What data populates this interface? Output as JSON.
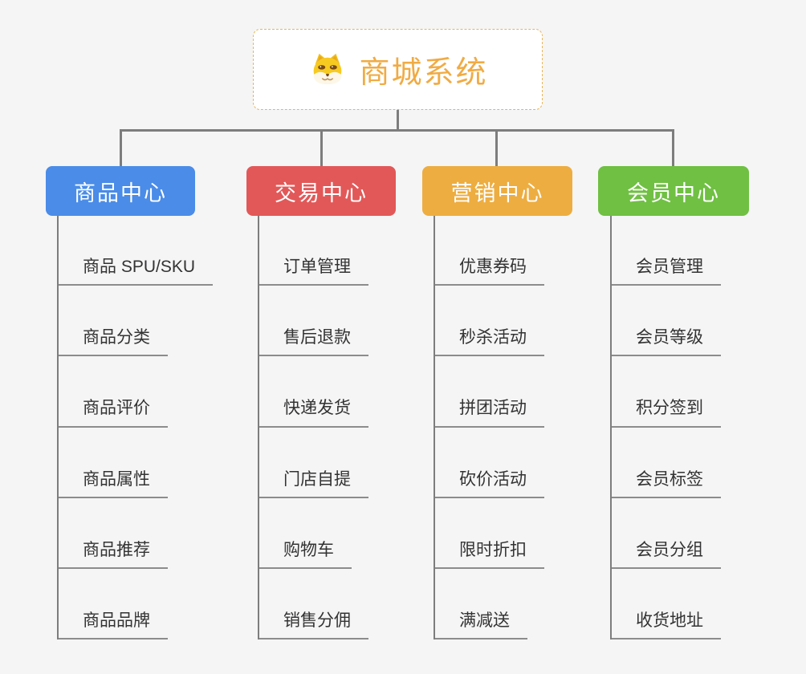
{
  "root": {
    "title": "商城系统",
    "icon": "dog-face-icon",
    "border_color": "#e9b455",
    "title_color": "#f0ab44"
  },
  "connector_color": "#7d7d7d",
  "underline_color": "#8c8c8c",
  "background_color": "#f5f5f6",
  "branches": [
    {
      "label": "商品中心",
      "color": "#4a8ce8",
      "items": [
        "商品 SPU/SKU",
        "商品分类",
        "商品评价",
        "商品属性",
        "商品推荐",
        "商品品牌"
      ]
    },
    {
      "label": "交易中心",
      "color": "#e25858",
      "items": [
        "订单管理",
        "售后退款",
        "快递发货",
        "门店自提",
        "购物车",
        "销售分佣"
      ]
    },
    {
      "label": "营销中心",
      "color": "#edad40",
      "items": [
        "优惠券码",
        "秒杀活动",
        "拼团活动",
        "砍价活动",
        "限时折扣",
        "满减送"
      ]
    },
    {
      "label": "会员中心",
      "color": "#70c043",
      "items": [
        "会员管理",
        "会员等级",
        "积分签到",
        "会员标签",
        "会员分组",
        "收货地址"
      ]
    }
  ]
}
